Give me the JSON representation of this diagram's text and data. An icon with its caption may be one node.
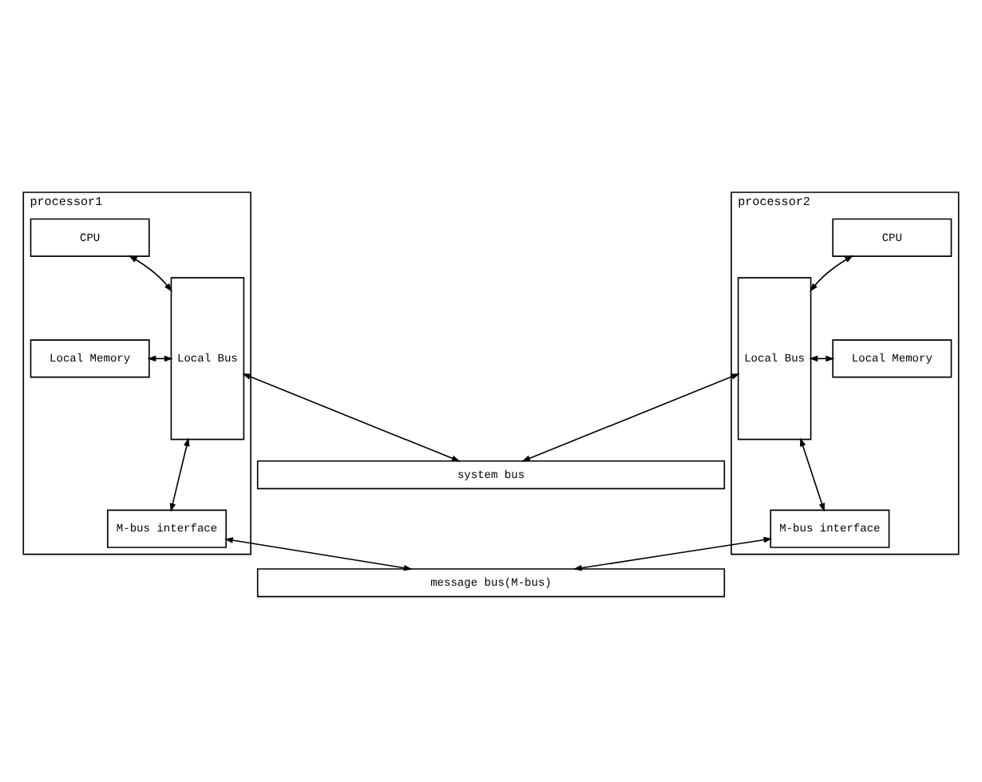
{
  "diagram": {
    "nodes": [
      {
        "text": [
          "processor1"
        ]
      },
      {
        "text": [
          "CPU"
        ],
        "in": 0
      },
      {
        "text": [
          "Local Memory"
        ],
        "in": 0
      },
      {
        "text": [
          "M-bus interface"
        ],
        "in": 0
      },
      {
        "text": [
          "Local Bus"
        ],
        "in": 0
      },
      {
        "text": [
          "processor2"
        ]
      },
      {
        "text": [
          "CPU"
        ],
        "in": 5
      },
      {
        "text": [
          "Local Memory"
        ],
        "in": 5
      },
      {
        "text": [
          "M-bus interface"
        ],
        "in": 5
      },
      {
        "text": [
          "Local Bus"
        ],
        "in": 5
      },
      {
        "text": [
          "system bus"
        ]
      },
      {
        "text": [
          "message bus(M-bus)"
        ]
      }
    ],
    "edges": [
      {
        "from": 1,
        "to": 4,
        "arrow": "both"
      },
      {
        "from": 2,
        "to": 4,
        "arrow": "both"
      },
      {
        "from": 3,
        "to": 4,
        "arrow": "both"
      },
      {
        "from": 6,
        "to": 9,
        "arrow": "both"
      },
      {
        "from": 7,
        "to": 9,
        "arrow": "both"
      },
      {
        "from": 8,
        "to": 9,
        "arrow": "both"
      },
      {
        "from": 4,
        "to": 10,
        "arrow": "both"
      },
      {
        "from": 9,
        "to": 10,
        "arrow": "both"
      },
      {
        "from": 3,
        "to": 11,
        "arrow": "both"
      },
      {
        "from": 8,
        "to": 11,
        "arrow": "both"
      }
    ]
  }
}
